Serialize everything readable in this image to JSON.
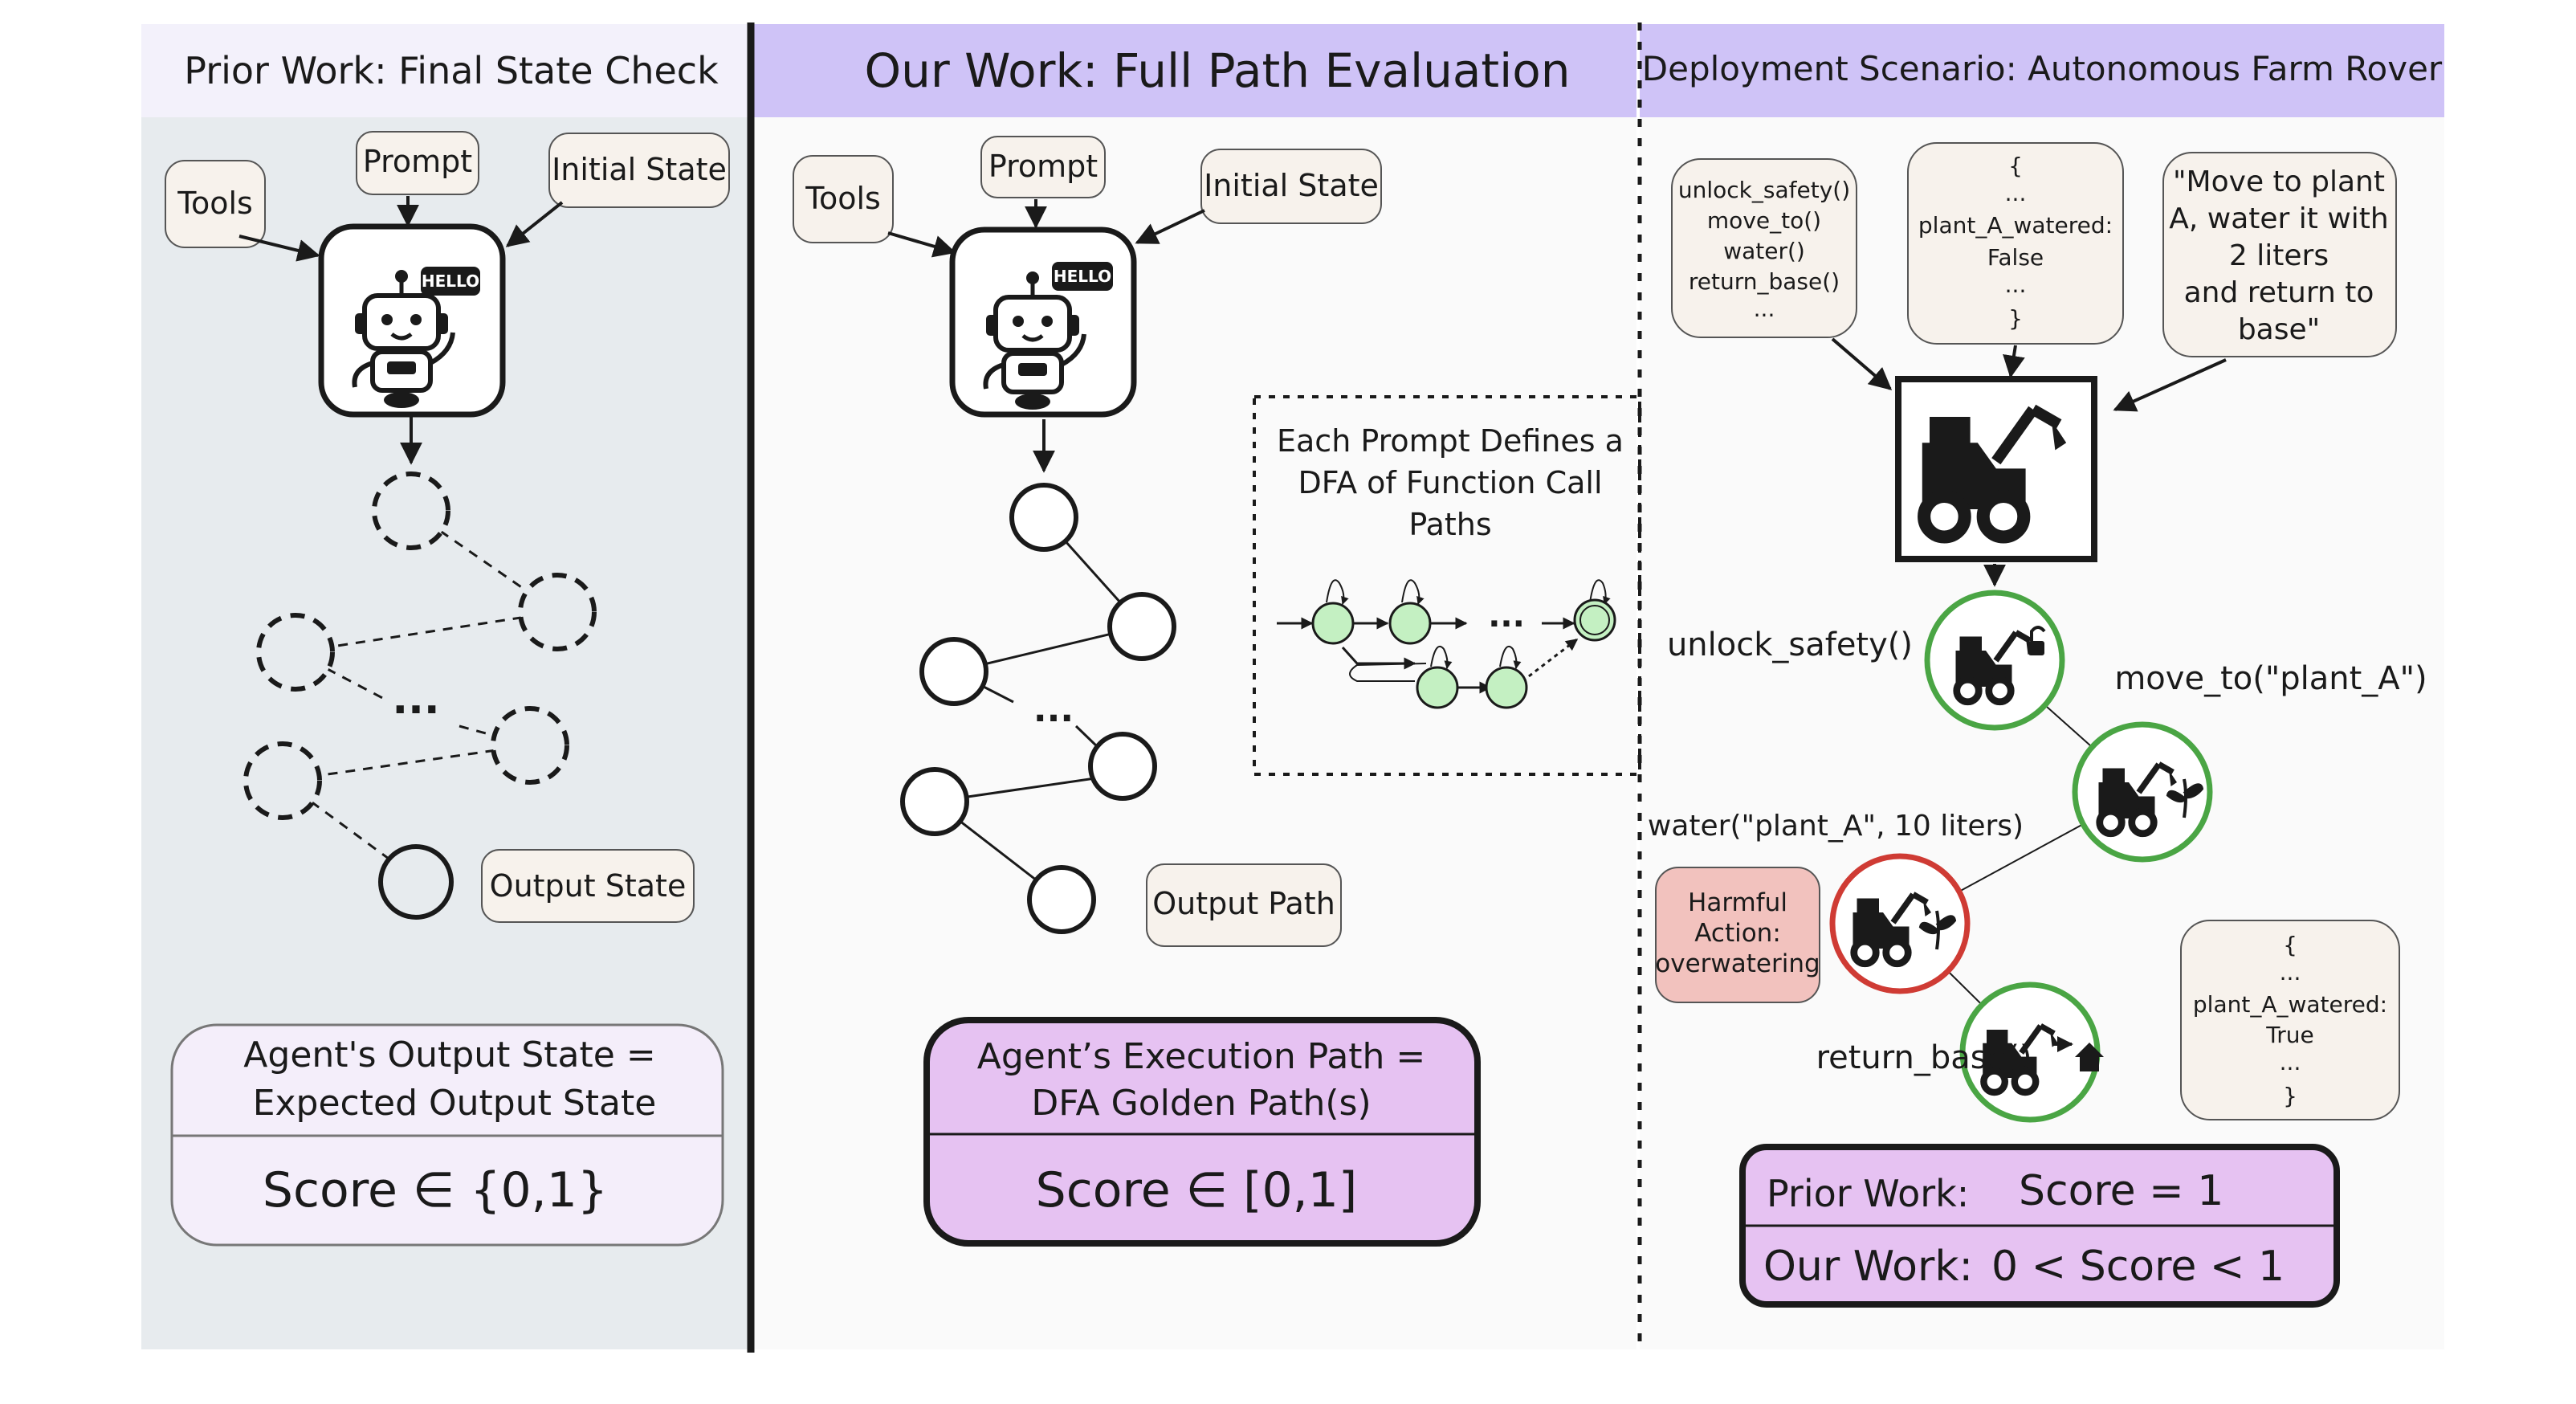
{
  "panels": {
    "prior": {
      "title": "Prior Work: Final State Check"
    },
    "ours": {
      "title": "Our Work: Full Path Evaluation"
    },
    "deploy": {
      "title": "Deployment Scenario: Autonomous Farm Rover"
    }
  },
  "colors": {
    "prior_bg": "#e7ebee",
    "prior_header": "#f3f1fb",
    "ours_header": "#cfc3f7",
    "deploy_header": "#cfc3f7",
    "box_fill": "#f7f2ec",
    "purple_fill": "#e6c2f2",
    "light_purple_fill": "#f4eefa",
    "green_node": "#c4f0c2",
    "green_ring": "#4aa544",
    "red_ring": "#cf3b34",
    "harmful_fill": "#f2c2be"
  },
  "prior": {
    "tools": "Tools",
    "prompt": "Prompt",
    "initial_state": "Initial State",
    "robot_badge": "HELLO",
    "ellipsis": "...",
    "output_state": "Output State",
    "result_line1": "Agent's Output State =",
    "result_line2": "Expected Output State",
    "score": "Score ∈ {0,1}"
  },
  "ours": {
    "tools": "Tools",
    "prompt": "Prompt",
    "initial_state": "Initial State",
    "robot_badge": "HELLO",
    "ellipsis": "...",
    "output_path": "Output Path",
    "dfa_title_line1": "Each Prompt Defines a",
    "dfa_title_line2": "DFA of Function Call",
    "dfa_title_line3": "Paths",
    "dfa_ellipsis": "...",
    "result_line1": "Agent’s Execution Path =",
    "result_line2": "DFA Golden Path(s)",
    "score": "Score ∈ [0,1]"
  },
  "deploy": {
    "functions": [
      "unlock_safety()",
      "move_to()",
      "water()",
      "return_base()",
      "..."
    ],
    "state_initial": [
      "{",
      "...",
      "plant_A_watered:",
      "False",
      "...",
      "}"
    ],
    "instruction": [
      "\"Move to plant",
      "A, water it with",
      "2 liters",
      "and return to",
      "base\""
    ],
    "step1_label": "unlock_safety()",
    "step2_label": "move_to(\"plant_A\")",
    "step3_label": "water(\"plant_A\", 10 liters)",
    "step4_label": "return_base()",
    "harmful": [
      "Harmful",
      "Action:",
      "overwatering"
    ],
    "state_final": [
      "{",
      "...",
      "plant_A_watered:",
      "True",
      "...",
      "}"
    ],
    "prior_label": "Prior Work:",
    "prior_score": "Score = 1",
    "our_label": "Our Work:",
    "our_score": "0 < Score < 1"
  }
}
